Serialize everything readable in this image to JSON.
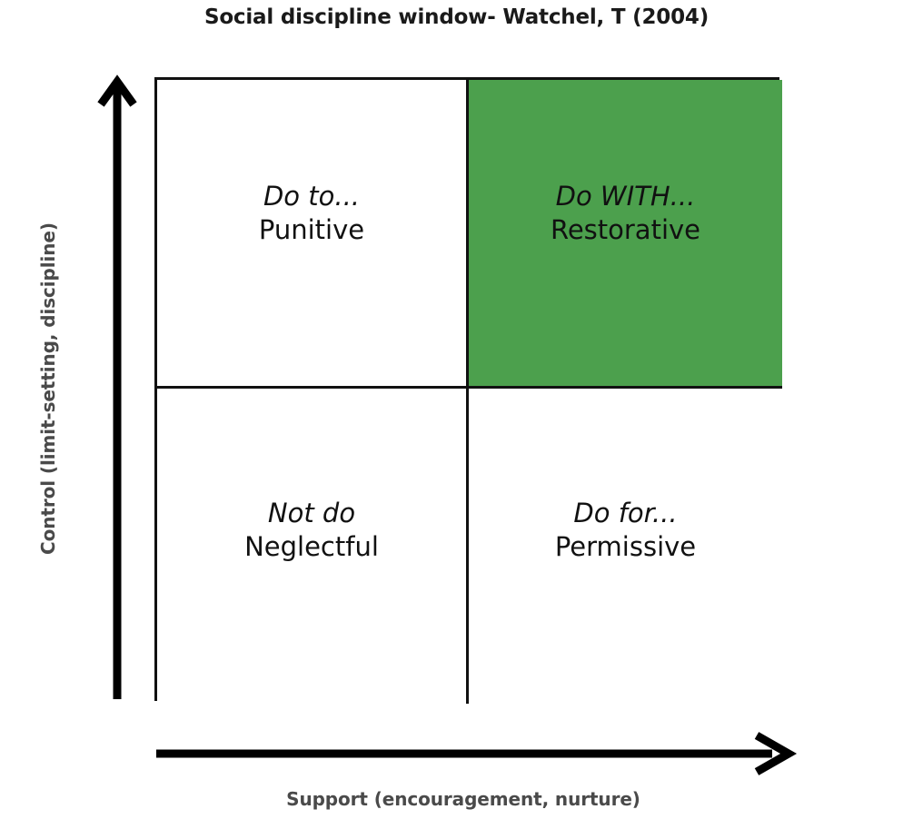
{
  "chart_data": {
    "type": "table",
    "title": "Social discipline window- Watchel, T (2004)",
    "xlabel": "Support (encouragement, nurture)",
    "ylabel": "Control (limit-setting, discipline)",
    "grid": true,
    "legend": "none",
    "axis_arrows": {
      "x_direction": "right",
      "y_direction": "up"
    },
    "highlight_color": "#4CA04D",
    "border_color": "#111111",
    "text_color": "#111111",
    "axis_label_color": "#4a4a4a",
    "title_color": "#1a1a1a",
    "quadrants": [
      {
        "id": "top-left",
        "control": "high",
        "support": "low",
        "mode": "Do to...",
        "name": "Punitive",
        "highlighted": false
      },
      {
        "id": "top-right",
        "control": "high",
        "support": "high",
        "mode": "Do WITH...",
        "name": "Restorative",
        "highlighted": true
      },
      {
        "id": "bottom-left",
        "control": "low",
        "support": "low",
        "mode": "Not do",
        "name": "Neglectful",
        "highlighted": false
      },
      {
        "id": "bottom-right",
        "control": "low",
        "support": "high",
        "mode": "Do for...",
        "name": "Permissive",
        "highlighted": false
      }
    ]
  }
}
